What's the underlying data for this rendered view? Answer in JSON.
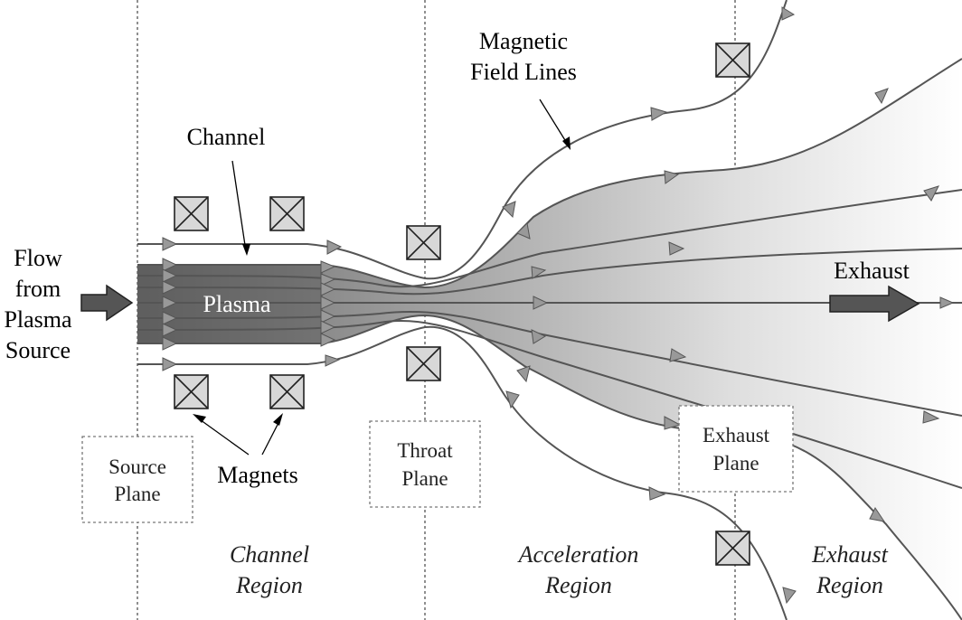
{
  "labels": {
    "flow_from": "Flow",
    "flow_from_2": "from",
    "flow_from_3": "Plasma",
    "flow_from_4": "Source",
    "channel": "Channel",
    "plasma": "Plasma",
    "magnetic": "Magnetic",
    "field_lines": "Field Lines",
    "exhaust": "Exhaust",
    "magnets": "Magnets",
    "source_plane_1": "Source",
    "source_plane_2": "Plane",
    "throat_plane_1": "Throat",
    "throat_plane_2": "Plane",
    "exhaust_plane_1": "Exhaust",
    "exhaust_plane_2": "Plane",
    "channel_region_1": "Channel",
    "channel_region_2": "Region",
    "acceleration_region_1": "Acceleration",
    "acceleration_region_2": "Region",
    "exhaust_region_1": "Exhaust",
    "exhaust_region_2": "Region"
  },
  "colors": {
    "plasma_dark": "#5e5e5e",
    "plume_mid": "#b4b4b4",
    "magnet_fill": "#d8d8d8",
    "line": "#555555"
  }
}
